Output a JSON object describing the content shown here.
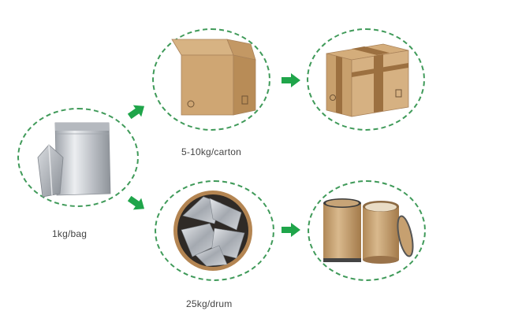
{
  "labels": {
    "bag": "1kg/bag",
    "carton": "5-10kg/carton",
    "drum": "25kg/drum"
  },
  "colors": {
    "ring_dash": "#3f9a59",
    "arrow": "#1fa54a",
    "cardboard": "#c9a26e",
    "foil": "#c4c7cc"
  },
  "icons": [
    "foil-bag-icon",
    "open-carton-icon",
    "sealed-carton-icon",
    "open-drum-icon",
    "fiber-drum-icon",
    "arrow-right-icon"
  ]
}
